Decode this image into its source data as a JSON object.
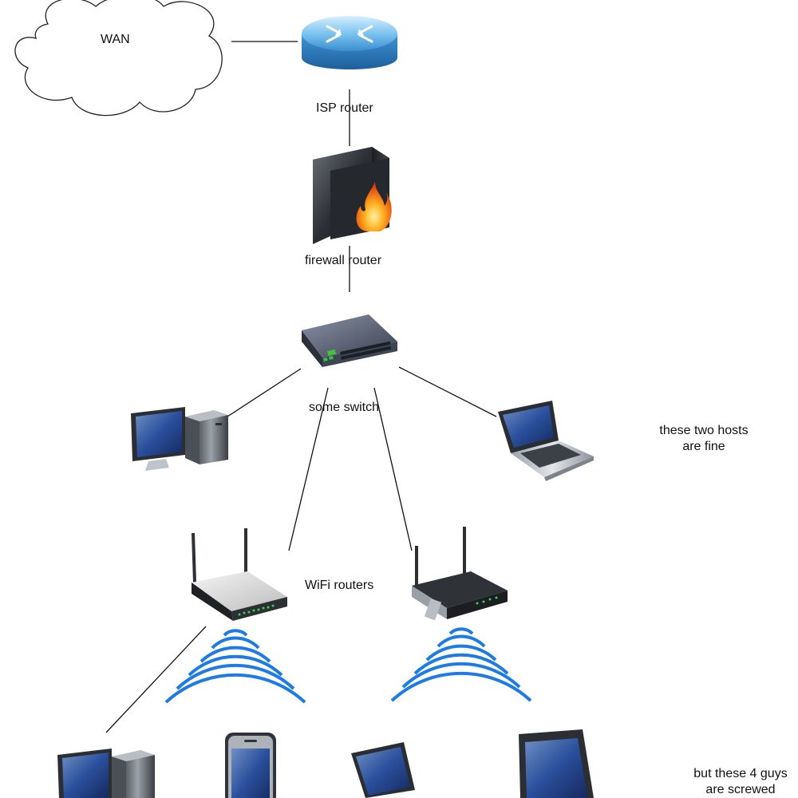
{
  "nodes": {
    "wan": "WAN",
    "isp_router": "ISP router",
    "firewall": "firewall router",
    "switch": "some switch",
    "wifi_routers": "WiFi routers"
  },
  "notes": {
    "fine": [
      "these two hosts",
      "are fine"
    ],
    "screwed": [
      "but these 4 guys",
      "are screwed"
    ]
  },
  "icons": {
    "cloud": "cloud-icon",
    "isp_router": "router-icon",
    "firewall": "firewall-icon",
    "switch": "network-switch-icon",
    "desktop": "desktop-computer-icon",
    "laptop": "laptop-icon",
    "wifi_router": "wifi-router-icon",
    "wifi_signal": "wifi-signal-icon",
    "phone": "smartphone-icon",
    "tablet": "tablet-icon"
  }
}
